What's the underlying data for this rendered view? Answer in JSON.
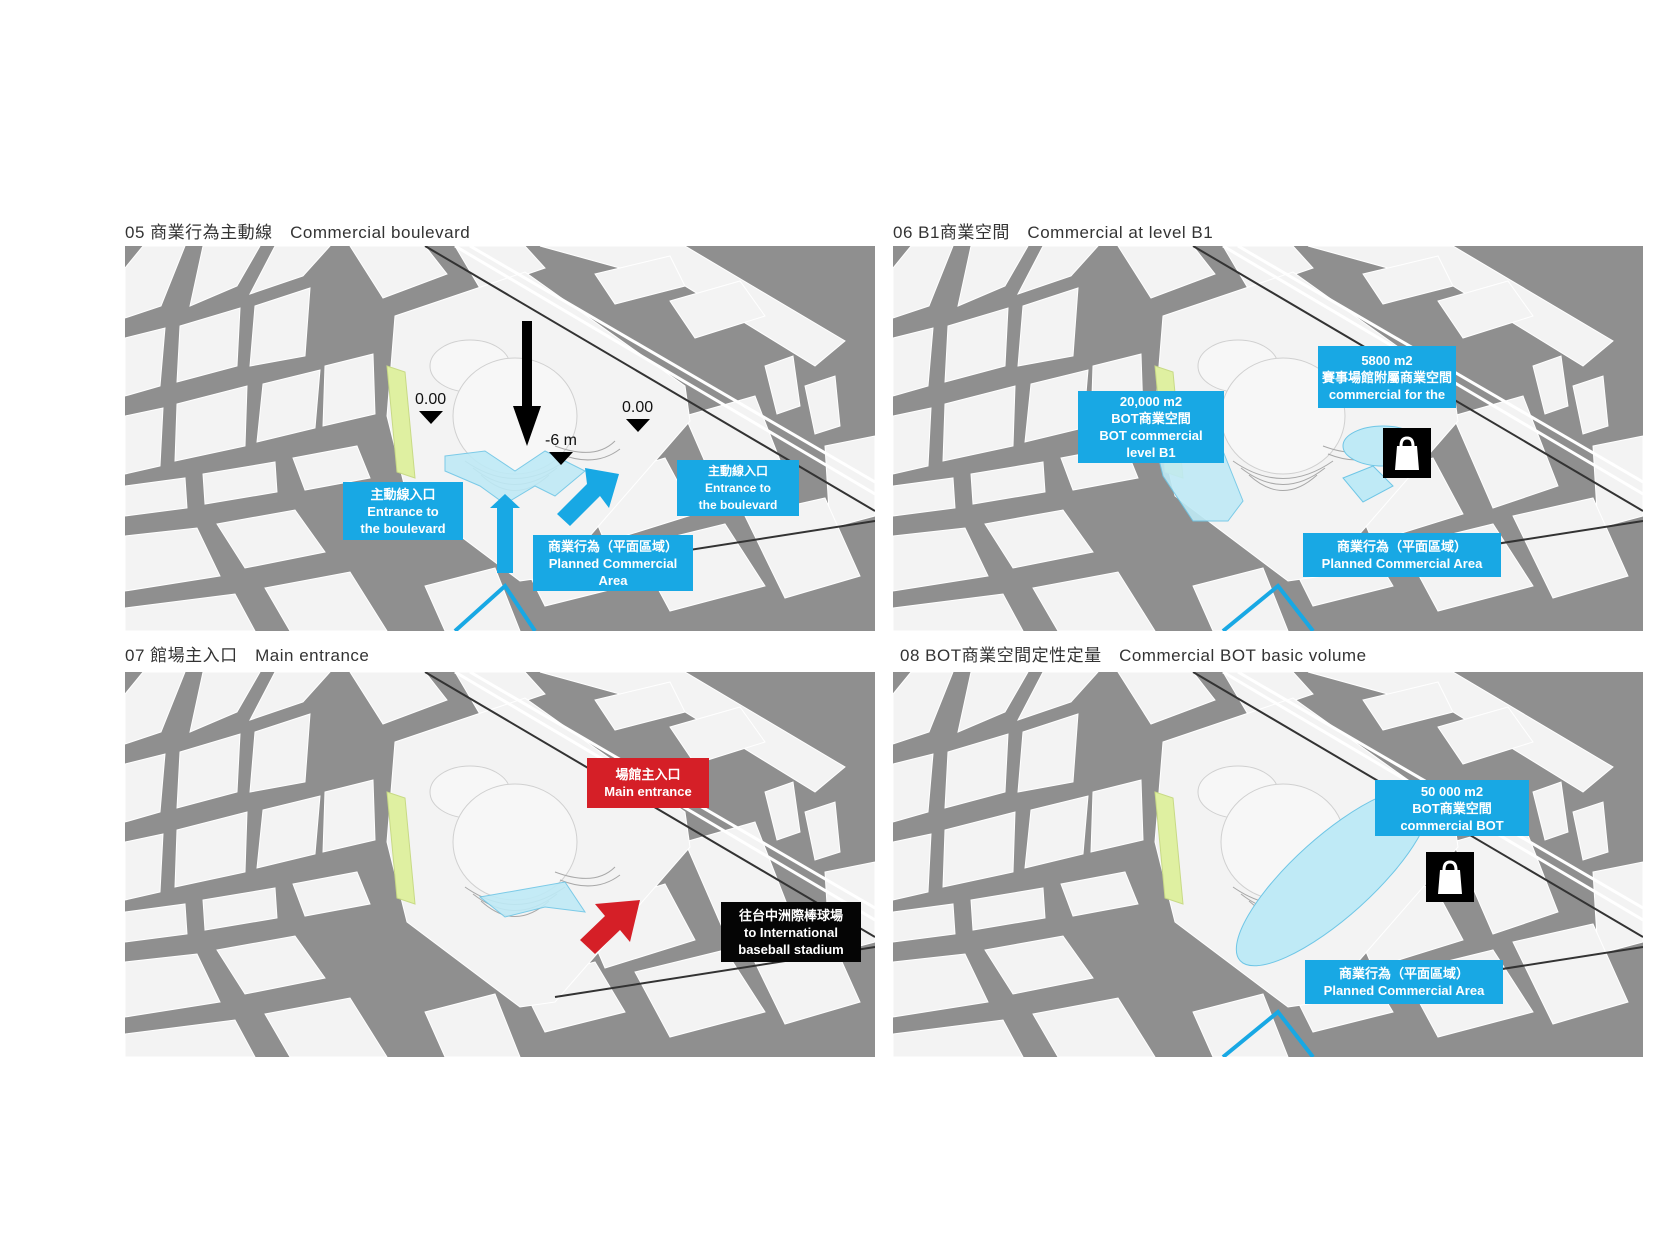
{
  "colors": {
    "callout_blue": "#18a8e4",
    "callout_red": "#d51f27",
    "callout_black": "#050505",
    "road": "#8f8f8f",
    "block": "#f3f3f3",
    "green": "#dff0a1",
    "dome": "#f7f7f7",
    "hatch": "#bfeaf6"
  },
  "panels": [
    {
      "title": "05 商業行為主動線　Commercial boulevard",
      "levels": {
        "left": "0.00",
        "right": "0.00",
        "center": "-6 m"
      },
      "callouts": {
        "left_entrance": [
          "主動線入口",
          "Entrance to",
          "the boulevard"
        ],
        "right_entrance": [
          "主動線入口",
          "Entrance to",
          "the boulevard"
        ],
        "planned": [
          "商業行為（平面區域）",
          "Planned  Commercial",
          "Area"
        ]
      }
    },
    {
      "title": "06 B1商業空間　Commercial at level B1",
      "callouts": {
        "bot_b1": [
          "20,000 m2",
          "BOT商業空間",
          "BOT commercial",
          "level B1"
        ],
        "stadium_commercial": [
          "5800 m2",
          "賽事場館附屬商業空間",
          "commercial for the"
        ],
        "planned": [
          "商業行為（平面區域）",
          "Planned  Commercial Area"
        ]
      },
      "icons": [
        "shopping-bag-icon"
      ]
    },
    {
      "title": "07 館場主入口　Main entrance",
      "callouts": {
        "main_entrance": [
          "場館主入口",
          "Main entrance"
        ],
        "to_stadium": [
          "往台中洲際棒球場",
          "to  International",
          "baseball stadium"
        ]
      }
    },
    {
      "title": "08 BOT商業空間定性定量　Commercial BOT basic volume",
      "callouts": {
        "bot_volume": [
          "50 000 m2",
          "BOT商業空間",
          "commercial BOT"
        ],
        "planned": [
          "商業行為（平面區域）",
          "Planned  Commercial Area"
        ]
      },
      "icons": [
        "shopping-bag-icon"
      ]
    }
  ]
}
